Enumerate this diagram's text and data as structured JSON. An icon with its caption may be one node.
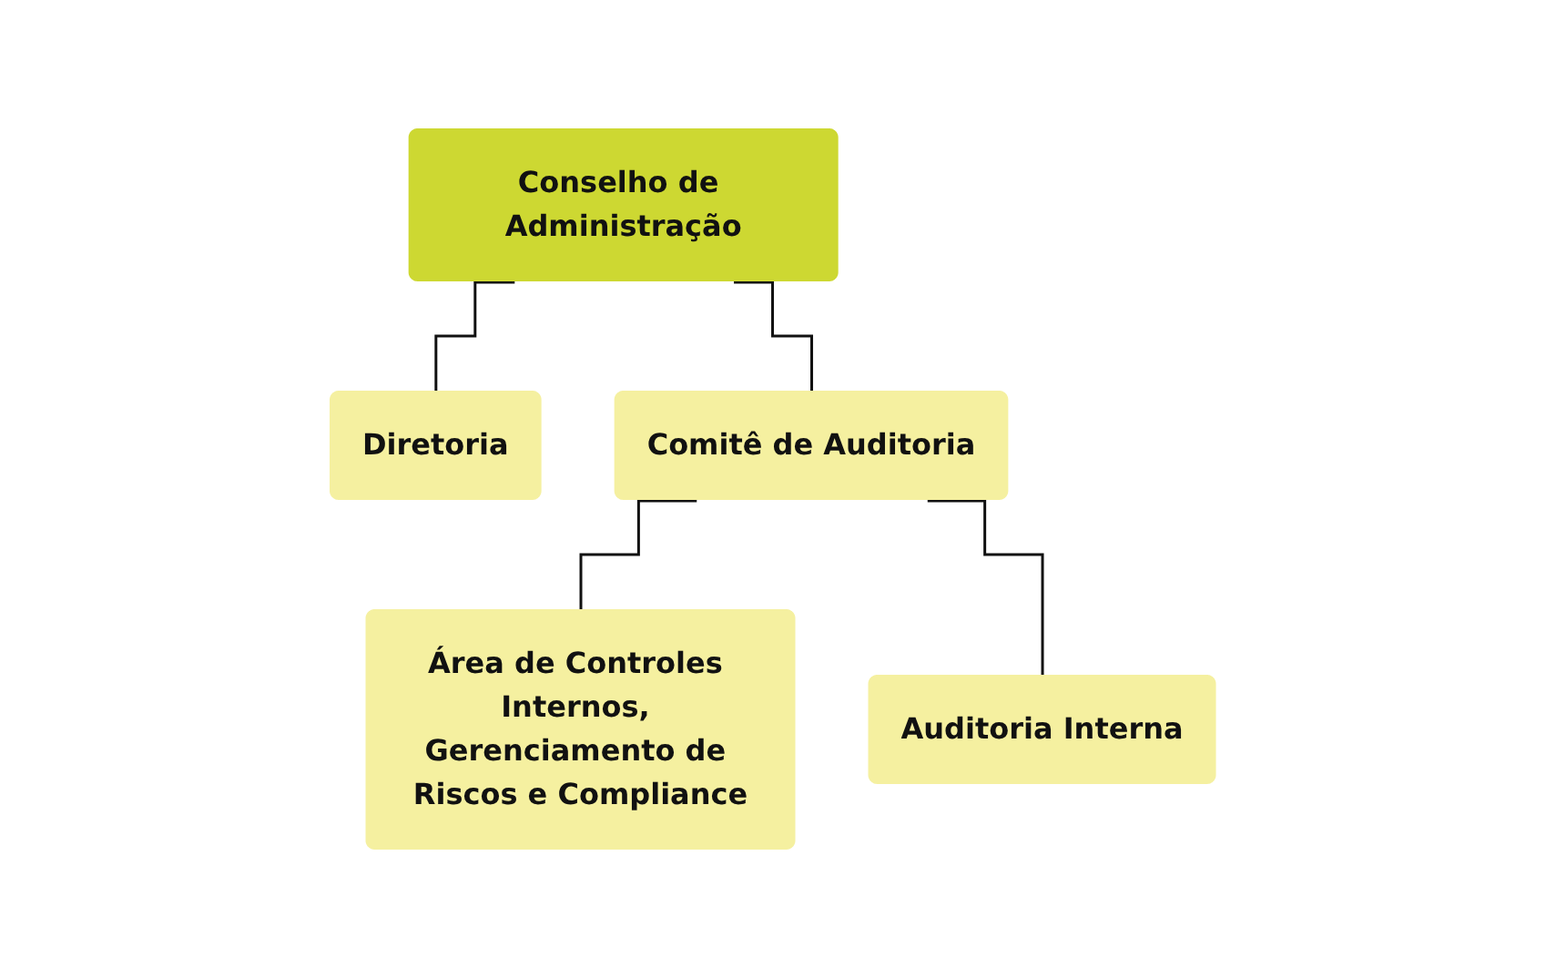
{
  "diagram": {
    "nodes": [
      {
        "text": [
          "Conselho de Administração"
        ]
      },
      {
        "text": [
          "Diretoria"
        ]
      },
      {
        "text": [
          "Comitê de Auditoria"
        ]
      },
      {
        "text": [
          "Área de Controles Internos, Gerenciamento de Riscos e Compliance"
        ]
      },
      {
        "text": [
          "Auditoria Interna"
        ]
      }
    ],
    "edges": [
      {
        "from": 0,
        "to": 1,
        "arrow": "none"
      },
      {
        "from": 0,
        "to": 2,
        "arrow": "none"
      },
      {
        "from": 2,
        "to": 3,
        "arrow": "none"
      },
      {
        "from": 2,
        "to": 4,
        "arrow": "none"
      }
    ]
  }
}
